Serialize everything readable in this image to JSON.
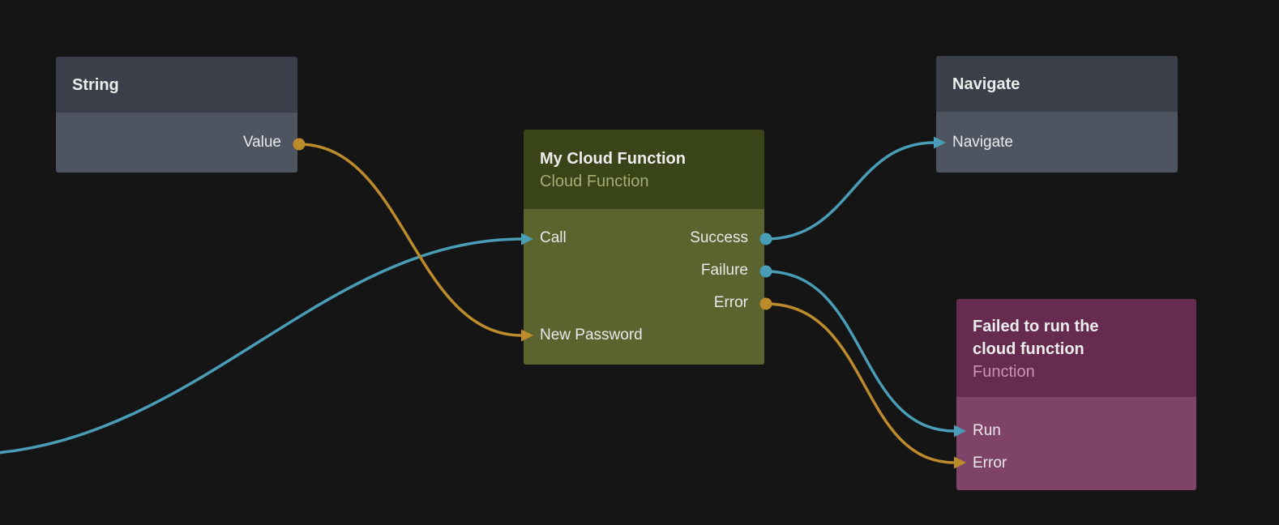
{
  "canvas": {
    "background": "#151515"
  },
  "colors": {
    "wire_teal": "#4a9db6",
    "wire_orange": "#bc8b2c",
    "gray_header": "#3a3f49",
    "gray_body": "#4e5460",
    "olive_header": "#394418",
    "olive_body": "#5b642f",
    "maroon_header": "#662b4f",
    "maroon_body": "#7e4367"
  },
  "nodes": {
    "string": {
      "title": "String",
      "outputs": [
        {
          "label": "Value",
          "color": "orange"
        }
      ]
    },
    "cloud_function": {
      "title": "My Cloud Function",
      "subtitle": "Cloud Function",
      "inputs": [
        {
          "label": "Call",
          "color": "teal"
        },
        {
          "label": "New Password",
          "color": "orange"
        }
      ],
      "outputs": [
        {
          "label": "Success",
          "color": "teal"
        },
        {
          "label": "Failure",
          "color": "teal"
        },
        {
          "label": "Error",
          "color": "orange"
        }
      ]
    },
    "navigate": {
      "title": "Navigate",
      "inputs": [
        {
          "label": "Navigate",
          "color": "teal"
        }
      ]
    },
    "failed_function": {
      "title": "Failed to run the cloud function",
      "subtitle": "Function",
      "inputs": [
        {
          "label": "Run",
          "color": "teal"
        },
        {
          "label": "Error",
          "color": "orange"
        }
      ]
    }
  },
  "edges": [
    {
      "from": "string.Value",
      "to": "cloud_function.New Password",
      "color": "orange"
    },
    {
      "from": "offscreen-left",
      "to": "cloud_function.Call",
      "color": "teal"
    },
    {
      "from": "cloud_function.Success",
      "to": "navigate.Navigate",
      "color": "teal"
    },
    {
      "from": "cloud_function.Failure",
      "to": "failed_function.Run",
      "color": "teal"
    },
    {
      "from": "cloud_function.Error",
      "to": "failed_function.Error",
      "color": "orange"
    }
  ]
}
